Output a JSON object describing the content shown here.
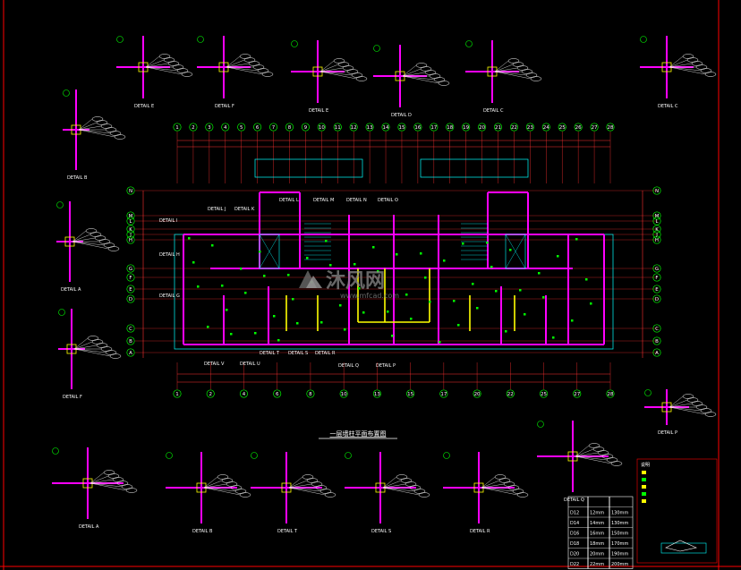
{
  "drawing": {
    "plan_title": "一层墙柱平面布置图",
    "colors": {
      "background": "#000000",
      "frame": "#ff0000",
      "axis": "#ff3030",
      "wall": "#ff00ff",
      "column": "#ffff00",
      "line": "#00ffff",
      "annotation": "#00ff00",
      "text": "#ffffff"
    }
  },
  "axes": {
    "top": [
      "1",
      "2",
      "3",
      "4",
      "5",
      "6",
      "7",
      "8",
      "9",
      "10",
      "11",
      "12",
      "13",
      "14",
      "15",
      "16",
      "17",
      "18",
      "19",
      "20",
      "21",
      "22",
      "23",
      "24",
      "25",
      "26",
      "27",
      "28"
    ],
    "bottom": [
      "1",
      "2",
      "4",
      "6",
      "8",
      "10",
      "13",
      "15",
      "17",
      "20",
      "22",
      "25",
      "27",
      "28"
    ],
    "left": [
      "N",
      "M",
      "L",
      "K",
      "J",
      "H",
      "G",
      "F",
      "E",
      "D",
      "C",
      "B",
      "A"
    ],
    "right": [
      "N",
      "M",
      "L",
      "K",
      "J",
      "H",
      "G",
      "F",
      "E",
      "D",
      "C",
      "B",
      "A"
    ]
  },
  "plan_callouts": [
    "DETAIL L",
    "DETAIL M",
    "DETAIL N",
    "DETAIL O",
    "DETAIL J",
    "DETAIL K",
    "DETAIL I",
    "DETAIL H",
    "DETAIL G",
    "DETAIL Q",
    "DETAIL R",
    "DETAIL S",
    "DETAIL T",
    "DETAIL U",
    "DETAIL V",
    "DETAIL P"
  ],
  "details": {
    "top": [
      "DETAIL E",
      "DETAIL F",
      "DETAIL E",
      "DETAIL D",
      "DETAIL C",
      "DETAIL C"
    ],
    "left": [
      "DETAIL B",
      "DETAIL A",
      "DETAIL F"
    ],
    "bottom": [
      "DETAIL A",
      "DETAIL B",
      "DETAIL T",
      "DETAIL S",
      "DETAIL R",
      "DETAIL Q"
    ],
    "right": [
      "DETAIL P"
    ]
  },
  "rebar_table": {
    "headers": [
      "",
      "",
      ""
    ],
    "rows": [
      [
        "D12",
        "12mm",
        "130mm"
      ],
      [
        "D14",
        "14mm",
        "130mm"
      ],
      [
        "D16",
        "16mm",
        "150mm"
      ],
      [
        "D18",
        "18mm",
        "170mm"
      ],
      [
        "D20",
        "20mm",
        "190mm"
      ],
      [
        "D22",
        "22mm",
        "200mm"
      ]
    ]
  },
  "legend": {
    "title": "说明",
    "items": [
      "",
      "",
      "",
      "",
      ""
    ]
  },
  "watermark": {
    "brand": "沐风网",
    "url": "www.mfcad.com"
  }
}
